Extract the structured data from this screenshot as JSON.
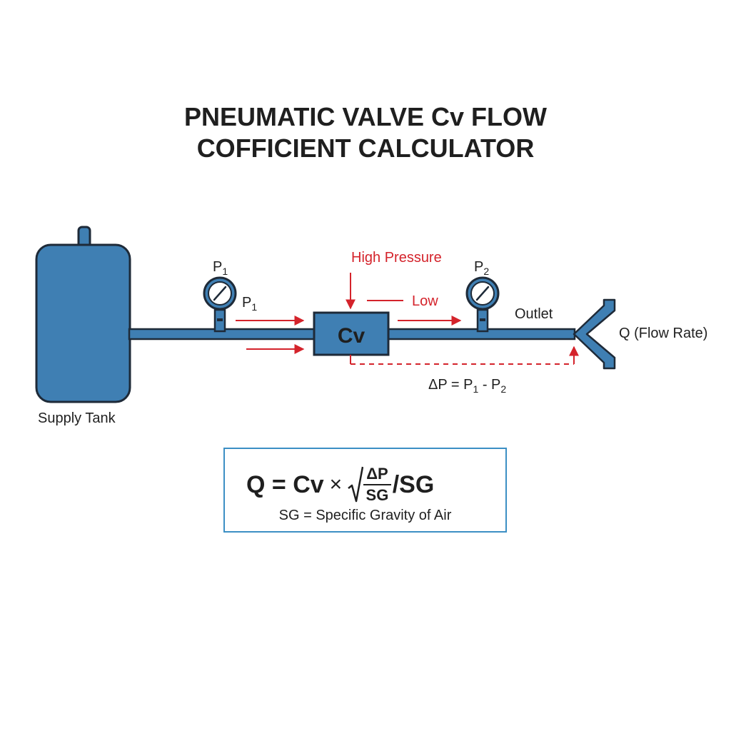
{
  "title": {
    "line1": "PNEUMATIC VALVE Cv FLOW",
    "line2": "COFFICIENT CALCULATOR"
  },
  "labels": {
    "supply_tank": "Supply Tank",
    "gauge1": "P",
    "gauge1_sub": "1",
    "p1_side": "P",
    "p1_side_sub": "1",
    "gauge2": "P",
    "gauge2_sub": "2",
    "high_pressure": "High Pressure",
    "low": "Low",
    "valve": "Cv",
    "outlet": "Outlet",
    "flow_rate": "Q (Flow Rate)",
    "delta_p_a": "ΔP = P",
    "delta_p_sub1": "1",
    "delta_p_b": " - P",
    "delta_p_sub2": "2"
  },
  "formula": {
    "lhs": "Q = Cv",
    "times": "×",
    "numerator": "ΔP",
    "denominator": "SG",
    "tail": "/SG",
    "caption": "SG = Specific Gravity of Air"
  },
  "colors": {
    "equipment_blue": "#3f7fb3",
    "outline_dark": "#1e2a38",
    "annotation_red": "#d4232b",
    "box_border": "#3c8fc4"
  }
}
